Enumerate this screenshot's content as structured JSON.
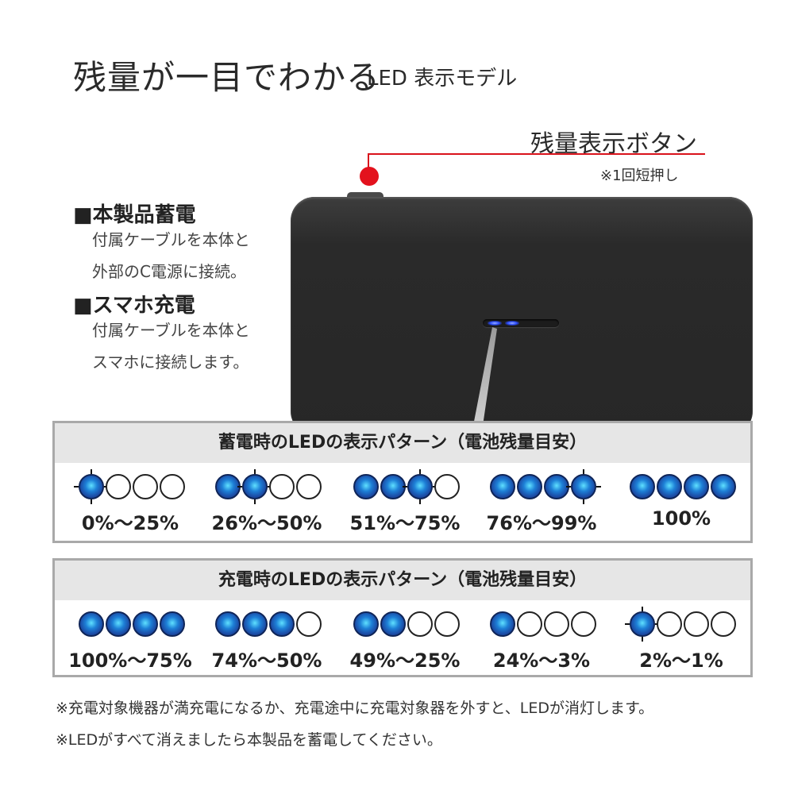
{
  "heading": {
    "main": "残量が一目でわかる",
    "sub": "LED 表示モデル"
  },
  "callout": {
    "label": "残量表示ボタン",
    "note": "※1回短押し",
    "accent_color": "#e3121d"
  },
  "instructions": [
    {
      "head": "■本製品蓄電",
      "lines": [
        "付属ケーブルを本体と",
        "外部のC電源に接続。"
      ]
    },
    {
      "head": "■スマホ充電",
      "lines": [
        "付属ケーブルを本体と",
        "スマホに接続します。"
      ]
    }
  ],
  "storage_panel": {
    "title": "蓄電時のLEDの表示パターン（電池残量目安）",
    "groups": [
      {
        "leds": [
          "blink",
          "off",
          "off",
          "off"
        ],
        "label": "0%～25%"
      },
      {
        "leds": [
          "on",
          "blink",
          "off",
          "off"
        ],
        "label": "26%～50%"
      },
      {
        "leds": [
          "on",
          "on",
          "blink",
          "off"
        ],
        "label": "51%～75%"
      },
      {
        "leds": [
          "on",
          "on",
          "on",
          "blink"
        ],
        "label": "76%～99%"
      },
      {
        "leds": [
          "on",
          "on",
          "on",
          "on"
        ],
        "label": "100%"
      }
    ]
  },
  "charging_panel": {
    "title": "充電時のLEDの表示パターン（電池残量目安）",
    "groups": [
      {
        "leds": [
          "on",
          "on",
          "on",
          "on"
        ],
        "label": "100%～75%"
      },
      {
        "leds": [
          "on",
          "on",
          "on",
          "off"
        ],
        "label": "74%～50%"
      },
      {
        "leds": [
          "on",
          "on",
          "off",
          "off"
        ],
        "label": "49%～25%"
      },
      {
        "leds": [
          "on",
          "off",
          "off",
          "off"
        ],
        "label": "24%～3%"
      },
      {
        "leds": [
          "blink",
          "off",
          "off",
          "off"
        ],
        "label": "2%～1%"
      }
    ]
  },
  "footnotes": [
    "※充電対象機器が満充電になるか、充電途中に充電対象器を外すと、LEDが消灯します。",
    "※LEDがすべて消えましたら本製品を蓄電してください。"
  ],
  "colors": {
    "led_on": "#1c4ea8",
    "panel_border": "#a9a9a9",
    "panel_header": "#e6e6e6",
    "device_body": "#2a2a2a"
  }
}
